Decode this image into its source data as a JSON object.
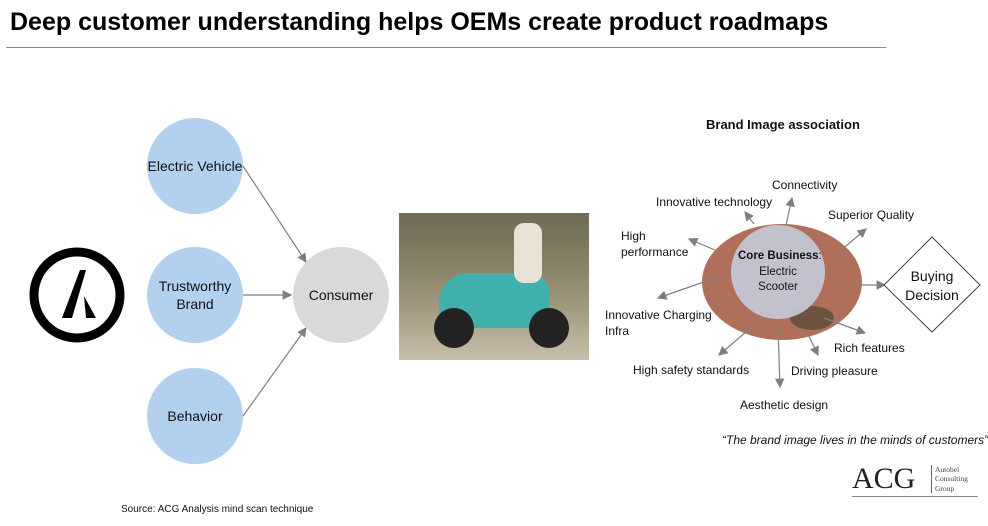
{
  "title": "Deep customer understanding helps OEMs create product roadmaps",
  "left": {
    "nodes": [
      "Electric Vehicle",
      "Trustworthy Brand",
      "Behavior"
    ],
    "center": "Consumer"
  },
  "right": {
    "heading": "Brand Image association",
    "core_bold": "Core Business",
    "core_colon": ":",
    "core_text": "Electric Scooter",
    "associations": [
      "Innovative technology",
      "Connectivity",
      "Superior Quality",
      "High performance",
      "Innovative Charging Infra",
      "High safety standards",
      "Aesthetic design",
      "Driving pleasure",
      "Rich features"
    ],
    "decision": "Buying Decision",
    "quote": "“The brand image lives in the minds of customers”"
  },
  "source": "Source: ACG Analysis mind scan technique",
  "logo": {
    "mark": "ACG",
    "sub": "Autobei Consulting Group"
  },
  "colors": {
    "node": "#b3d0ee",
    "consumer": "#d9d9d9",
    "brain": "#b06f5b",
    "arrow": "#7f7f7f"
  }
}
